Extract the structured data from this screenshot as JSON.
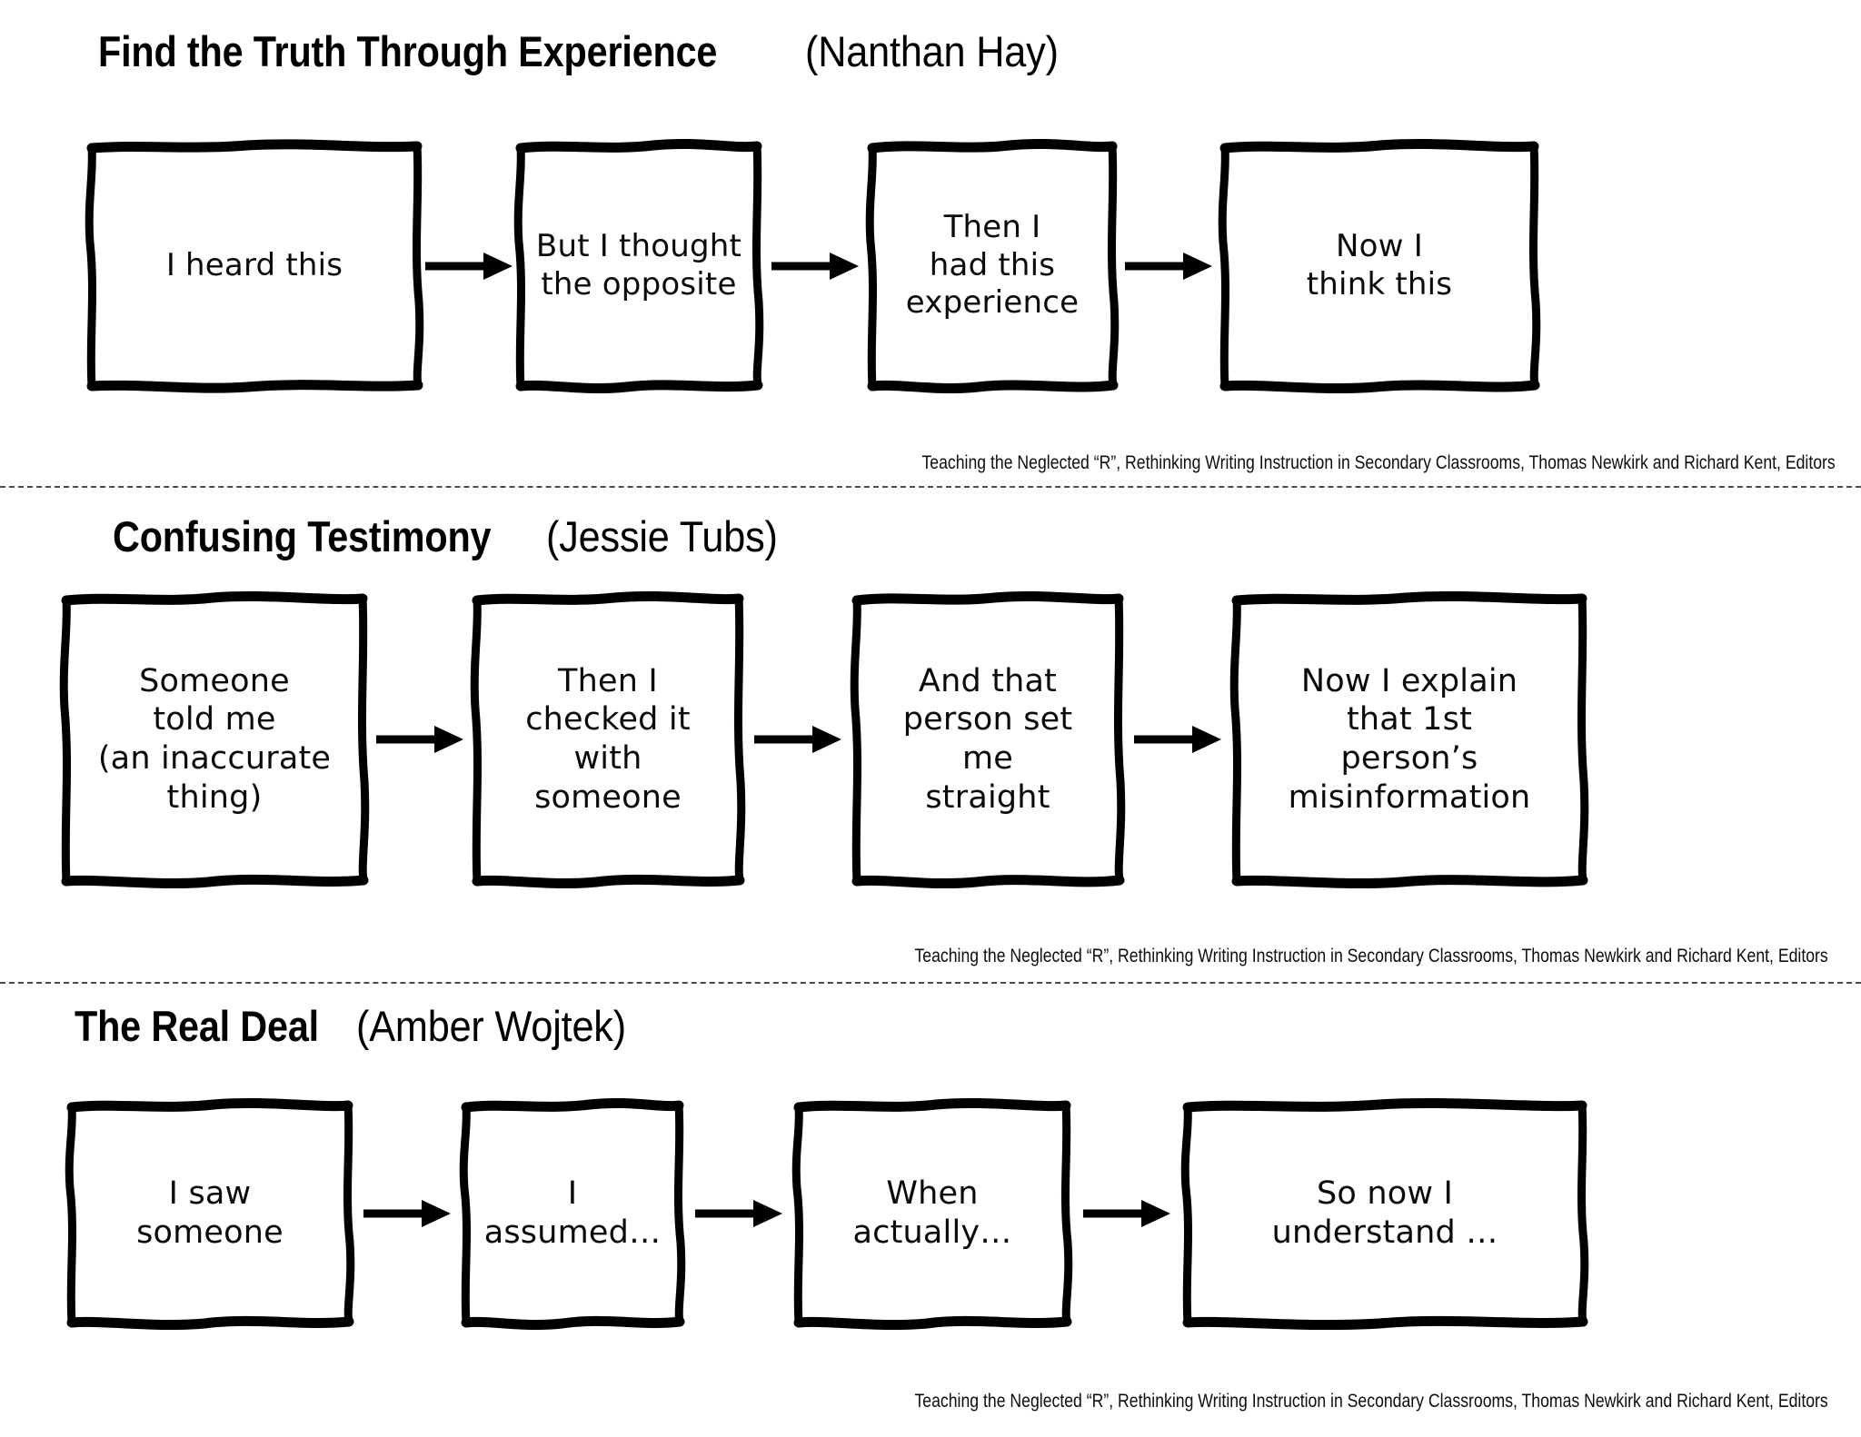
{
  "document": {
    "citation": "Teaching the Neglected “R”, Rethinking Writing Instruction in Secondary Classrooms, Thomas Newkirk and Richard Kent, Editors",
    "arrow_label": "arrow-right"
  },
  "sections": [
    {
      "title": "Find the Truth Through Experience",
      "author": "(Nanthan Hay)",
      "nodes": [
        {
          "text": "I heard this"
        },
        {
          "text": "But I thought\nthe opposite"
        },
        {
          "text": "Then I\nhad this\nexperience"
        },
        {
          "text": "Now I\nthink this"
        }
      ],
      "citation": "Teaching the Neglected “R”, Rethinking Writing Instruction in Secondary Classrooms, Thomas Newkirk and Richard Kent, Editors"
    },
    {
      "title": "Confusing Testimony",
      "author": "(Jessie Tubs)",
      "nodes": [
        {
          "text": "Someone\ntold me\n(an inaccurate\nthing)"
        },
        {
          "text": "Then I\nchecked it\nwith\nsomeone"
        },
        {
          "text": "And that\nperson set\nme\nstraight"
        },
        {
          "text": "Now I explain\nthat 1st\nperson’s\nmisinformation"
        }
      ],
      "citation": "Teaching the Neglected “R”, Rethinking Writing Instruction in Secondary Classrooms, Thomas Newkirk and Richard Kent, Editors"
    },
    {
      "title": "The Real Deal",
      "author": "(Amber Wojtek)",
      "nodes": [
        {
          "text": "I saw\nsomeone"
        },
        {
          "text": "I\nassumed…"
        },
        {
          "text": "When\nactually…"
        },
        {
          "text": "So now I\nunderstand …"
        }
      ],
      "citation": "Teaching the Neglected “R”, Rethinking Writing Instruction in Secondary Classrooms, Thomas Newkirk and Richard Kent, Editors"
    }
  ],
  "colors": {
    "ink": "#000000",
    "background": "#ffffff",
    "divider": "#4a4a4a"
  }
}
